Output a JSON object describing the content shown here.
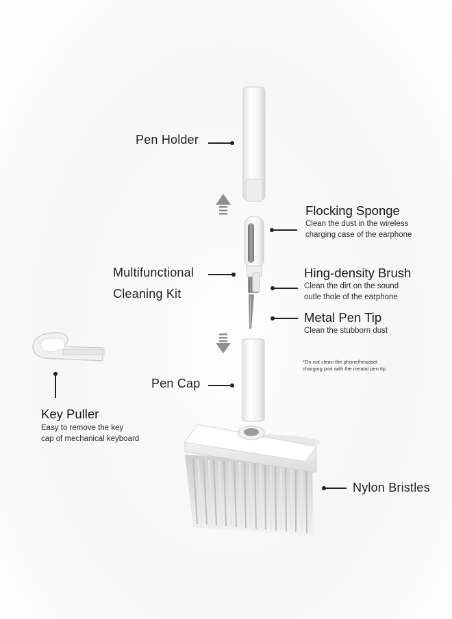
{
  "labels": {
    "pen_holder": "Pen Holder",
    "flocking_sponge": {
      "title": "Flocking Sponge",
      "desc_line1": "Clean the dust in the wireless",
      "desc_line2": "charging case of the earphone"
    },
    "multifunctional_line1": "Multifunctional",
    "multifunctional_line2": "Cleaning Kit",
    "brush": {
      "title": "Hing-density Brush",
      "desc_line1": "Clean the dirt on the sound",
      "desc_line2": "outle thole of the earphone"
    },
    "metal_tip": {
      "title": "Metal Pen Tip",
      "desc": "Clean the stubborn dust"
    },
    "note_line1": "*Do not clean the phone/headset",
    "note_line2": "charging port with the meatal pen tip",
    "pen_cap": "Pen Cap",
    "key_puller": {
      "title": "Key Puller",
      "desc_line1": "Easy to remove the key",
      "desc_line2": "cap of mechanical keyboard"
    },
    "nylon_bristles": "Nylon Bristles"
  },
  "icons": {
    "arrow_up": "arrow-up-icon",
    "arrow_down": "arrow-down-icon"
  },
  "colors": {
    "product_white": "#f4f4f4",
    "product_shadow": "#d8d8d8",
    "sponge_gray": "#8a8a8a",
    "arrow_gray": "#8f8f8f",
    "text": "#1d1d1d"
  }
}
